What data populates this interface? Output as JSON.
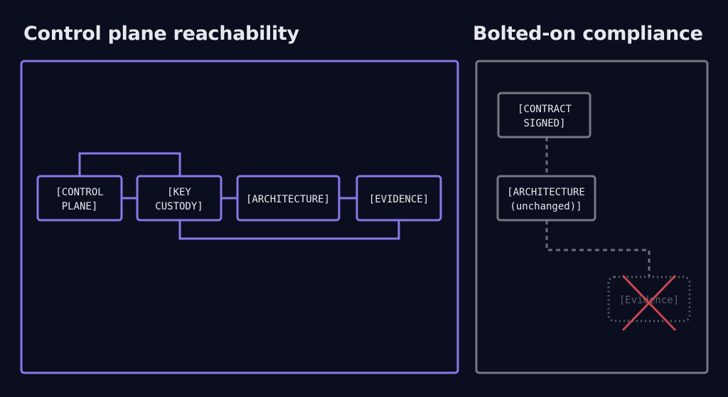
{
  "titles": {
    "left": "Control plane reachability",
    "right": "Bolted-on compliance"
  },
  "left_panel": {
    "nodes": [
      {
        "id": "control-plane",
        "lines": [
          "[CONTROL",
          "PLANE]"
        ]
      },
      {
        "id": "key-custody",
        "lines": [
          "[KEY",
          "CUSTODY]"
        ]
      },
      {
        "id": "architecture",
        "lines": [
          "[ARCHITECTURE]"
        ]
      },
      {
        "id": "evidence",
        "lines": [
          "[EVIDENCE]"
        ]
      }
    ]
  },
  "right_panel": {
    "nodes": [
      {
        "id": "contract-signed",
        "lines": [
          "[CONTRACT",
          "SIGNED]"
        ]
      },
      {
        "id": "architecture-unchanged",
        "lines": [
          "[ARCHITECTURE",
          "(unchanged)]"
        ]
      },
      {
        "id": "evidence-missing",
        "lines": [
          "[Evidence]"
        ],
        "crossed_out": true
      }
    ]
  },
  "colors": {
    "background": "#0b0e1f",
    "accent": "#8a78e8",
    "neutral": "#767884",
    "faded": "#5a5c68",
    "cross": "#c9474f",
    "text": "#e8e8ee"
  }
}
